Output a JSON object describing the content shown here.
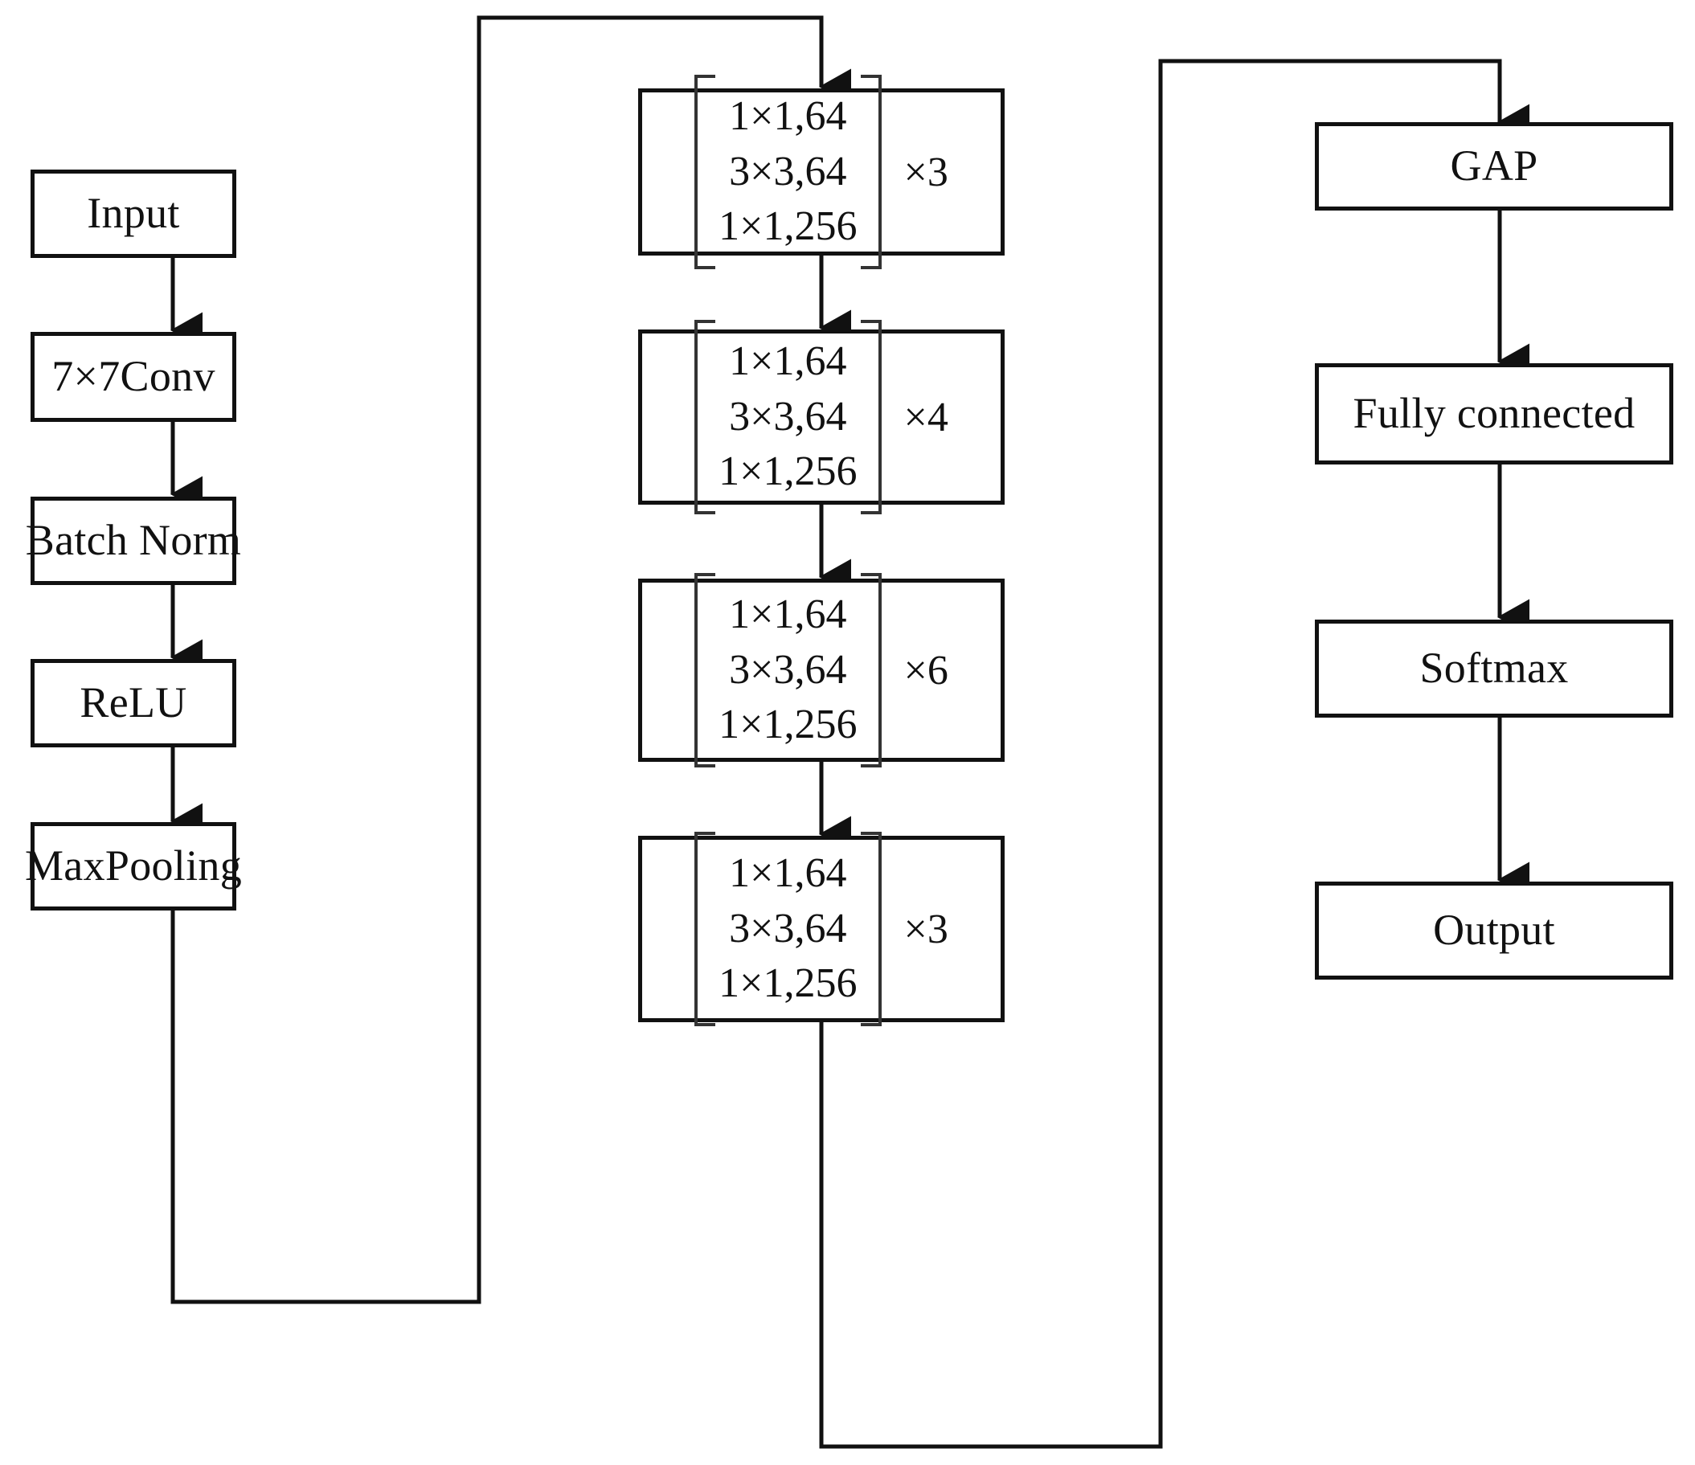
{
  "diagram": {
    "title": "ResNet-style convolutional neural network architecture flow diagram",
    "stroke_color": "#111111",
    "bracket_color": "#333333",
    "background_color": "#ffffff"
  },
  "stem_column": {
    "nodes": [
      {
        "id": "input",
        "label": "Input"
      },
      {
        "id": "conv7x7",
        "label": "7×7Conv"
      },
      {
        "id": "batchnorm",
        "label": "Batch Norm"
      },
      {
        "id": "relu",
        "label": "ReLU"
      },
      {
        "id": "maxpooling",
        "label": "MaxPooling"
      }
    ]
  },
  "residual_column": {
    "blocks": [
      {
        "id": "stage1",
        "rows": [
          "1×1,64",
          "3×3,64",
          "1×1,256"
        ],
        "multiplier": "×3"
      },
      {
        "id": "stage2",
        "rows": [
          "1×1,64",
          "3×3,64",
          "1×1,256"
        ],
        "multiplier": "×4"
      },
      {
        "id": "stage3",
        "rows": [
          "1×1,64",
          "3×3,64",
          "1×1,256"
        ],
        "multiplier": "×6"
      },
      {
        "id": "stage4",
        "rows": [
          "1×1,64",
          "3×3,64",
          "1×1,256"
        ],
        "multiplier": "×3"
      }
    ]
  },
  "head_column": {
    "nodes": [
      {
        "id": "gap",
        "label": "GAP"
      },
      {
        "id": "fc",
        "label": "Fully connected"
      },
      {
        "id": "softmax",
        "label": "Softmax"
      },
      {
        "id": "output",
        "label": "Output"
      }
    ]
  }
}
